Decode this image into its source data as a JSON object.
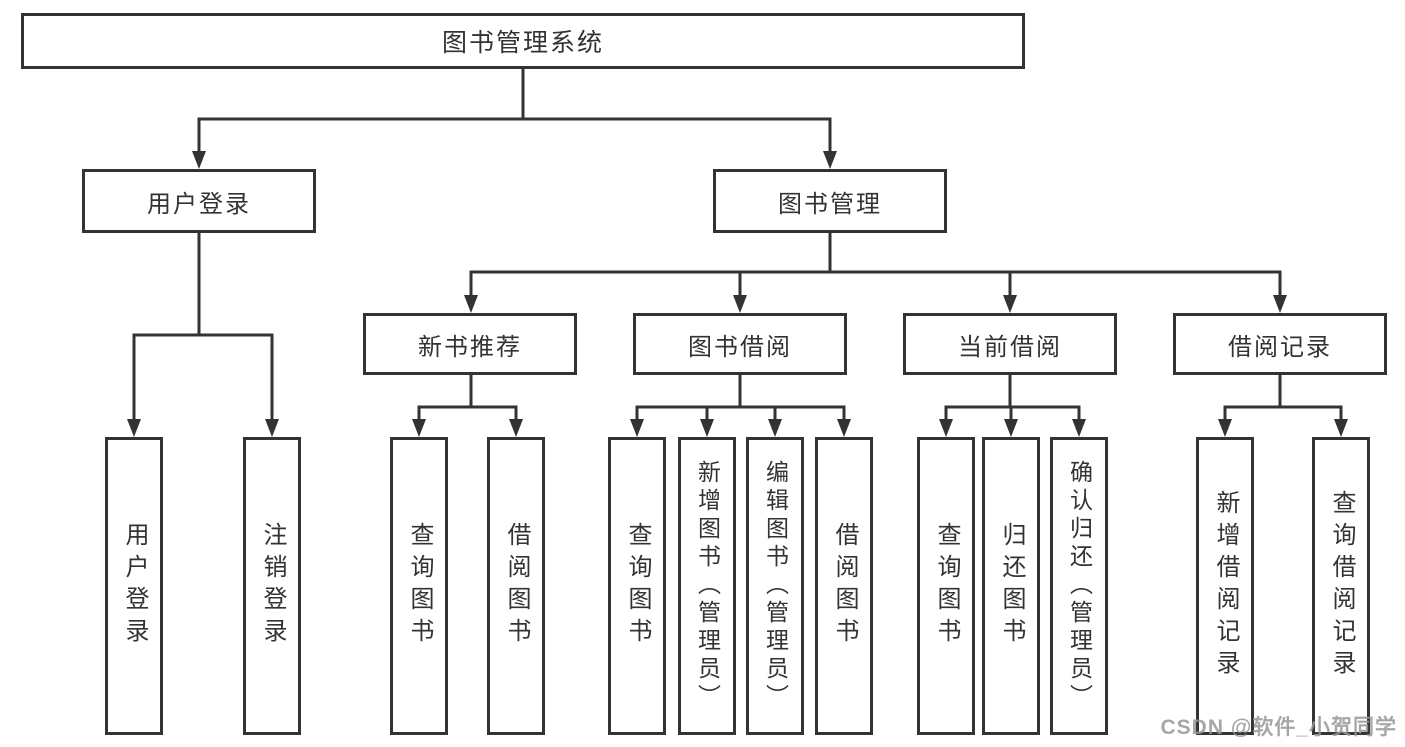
{
  "tree": {
    "label": "图书管理系统",
    "children": [
      {
        "label": "用户登录",
        "children": [
          {
            "label": "用户登录"
          },
          {
            "label": "注销登录"
          }
        ]
      },
      {
        "label": "图书管理",
        "children": [
          {
            "label": "新书推荐",
            "children": [
              {
                "label": "查询图书"
              },
              {
                "label": "借阅图书"
              }
            ]
          },
          {
            "label": "图书借阅",
            "children": [
              {
                "label": "查询图书"
              },
              {
                "label": "新增图书（管理员）"
              },
              {
                "label": "编辑图书（管理员）"
              },
              {
                "label": "借阅图书"
              }
            ]
          },
          {
            "label": "当前借阅",
            "children": [
              {
                "label": "查询图书"
              },
              {
                "label": "归还图书"
              },
              {
                "label": "确认归还（管理员）"
              }
            ]
          },
          {
            "label": "借阅记录",
            "children": [
              {
                "label": "新增借阅记录"
              },
              {
                "label": "查询借阅记录"
              }
            ]
          }
        ]
      }
    ]
  },
  "watermark": {
    "text": "CSDN @软件_小贺同学"
  },
  "colors": {
    "line": "#333333",
    "text": "#333333",
    "background": "#ffffff",
    "watermark": "#969696"
  }
}
